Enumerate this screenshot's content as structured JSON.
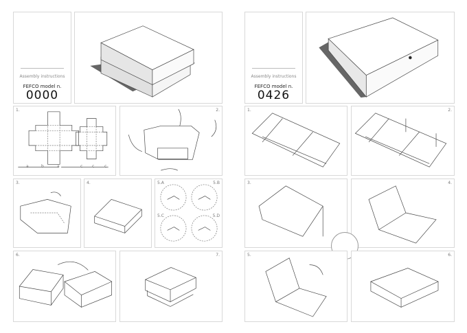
{
  "left_page": {
    "info": {
      "assembly_label": "Assembly instructions",
      "model_label": "FEFCO model n.",
      "model_number": "0000"
    },
    "steps": {
      "s1": "1.",
      "s2": "2.",
      "s3": "3.",
      "s4": "4.",
      "s5a": "5.A",
      "s5b": "5.B",
      "s5c": "5.C",
      "s5d": "5.D",
      "s6": "6.",
      "s7": "7."
    },
    "dimension_labels": [
      "a",
      "b",
      "a",
      "c",
      "c",
      "c"
    ]
  },
  "right_page": {
    "info": {
      "assembly_label": "Assembly instructions",
      "model_label": "FEFCO model n.",
      "model_number": "0426"
    },
    "steps": {
      "s1": "1.",
      "s2": "2.",
      "s3": "3.",
      "s4": "4.",
      "s5": "5.",
      "s6": "6."
    }
  },
  "colors": {
    "panel_border": "#d8d8d8",
    "shadow": "#666666",
    "box_side": "#e6e6e6"
  }
}
